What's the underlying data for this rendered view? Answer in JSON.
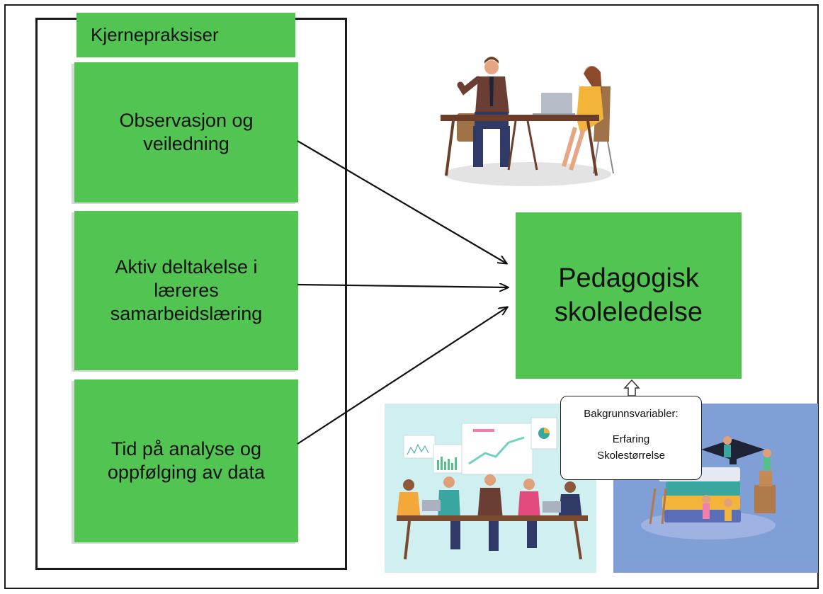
{
  "diagram": {
    "group_title": "Kjernepraksiser",
    "practices": [
      {
        "label": "Observasjon og veiledning",
        "lines": [
          "Observasjon og",
          "veiledning"
        ]
      },
      {
        "label": "Aktiv deltakelse i læreres samarbeidslæring",
        "lines": [
          "Aktiv deltakelse i",
          "læreres",
          "samarbeidslæring"
        ]
      },
      {
        "label": "Tid på analyse og oppfølging av data",
        "lines": [
          "Tid på analyse og",
          "oppfølging av data"
        ]
      }
    ],
    "target": {
      "lines": [
        "Pedagogisk",
        "skoleledelse"
      ]
    },
    "background": {
      "title": "Bakgrunnsvariabler:",
      "items": [
        "Erfaring",
        "Skolestørrelse"
      ]
    }
  },
  "colors": {
    "box_green": "#52c451",
    "border": "#1a1a1a",
    "arrow": "#111111"
  },
  "illustrations": [
    "meeting-illustration",
    "team-data-illustration",
    "education-books-illustration"
  ]
}
